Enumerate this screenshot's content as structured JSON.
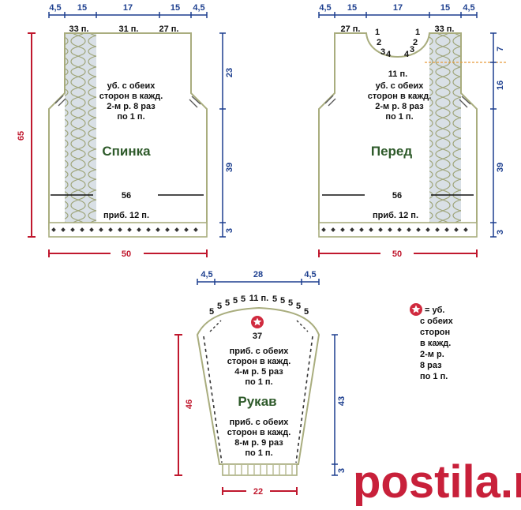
{
  "colors": {
    "blue_dim": "#1d3f8f",
    "red_dim": "#c0182e",
    "outline": "#a9ad7e",
    "cable_fill": "#cdd6dd",
    "text": "#111111",
    "title": "#2e5a2a",
    "watermark": "#c8203a",
    "dash_orange": "#e79b3a"
  },
  "back": {
    "title": "Спинка",
    "top_widths": [
      "4,5",
      "15",
      "17",
      "15",
      "4,5"
    ],
    "stitches": [
      "33 п.",
      "31 п.",
      "27 п."
    ],
    "note": [
      "уб. с обеих",
      "сторон в кажд.",
      "2-м р. 8 раз",
      "по 1 п."
    ],
    "width": "56",
    "increase": "приб. 12 п.",
    "bottom_width": "50",
    "height_total": "65",
    "heights": [
      "23",
      "39",
      "3"
    ]
  },
  "front": {
    "title": "Перед",
    "top_widths": [
      "4,5",
      "15",
      "17",
      "15",
      "4,5"
    ],
    "stitches": [
      "27 п.",
      "33 п."
    ],
    "neck_left": [
      "1",
      "2",
      "3",
      "4"
    ],
    "neck_right": [
      "1",
      "2",
      "3",
      "4"
    ],
    "neck_center": "11 п.",
    "note": [
      "уб. с обеих",
      "сторон в кажд.",
      "2-м р. 8 раз",
      "по 1 п."
    ],
    "width": "56",
    "increase": "приб. 12 п.",
    "bottom_width": "50",
    "heights": [
      "7",
      "16",
      "39",
      "3"
    ]
  },
  "sleeve": {
    "title": "Рукав",
    "top_widths": [
      "4,5",
      "28",
      "4,5"
    ],
    "cap_left": [
      "5",
      "5",
      "5",
      "5",
      "5"
    ],
    "cap_center": "11 п.",
    "cap_right": [
      "5",
      "5",
      "5",
      "5",
      "5"
    ],
    "cap_count": "37",
    "note1": [
      "приб. с обеих",
      "сторон в кажд.",
      "4-м р. 5 раз",
      "по 1 п."
    ],
    "note2": [
      "приб. с обеих",
      "сторон в кажд.",
      "8-м р. 9 раз",
      "по 1 п."
    ],
    "bottom_width": "22",
    "height_left": "46",
    "heights": [
      "43",
      "3"
    ]
  },
  "legend": {
    "lines": [
      "= уб.",
      "с обеих",
      "сторон",
      "в кажд.",
      "2-м р.",
      "8 раз",
      "по 1 п."
    ]
  },
  "watermark": "postila.ru"
}
